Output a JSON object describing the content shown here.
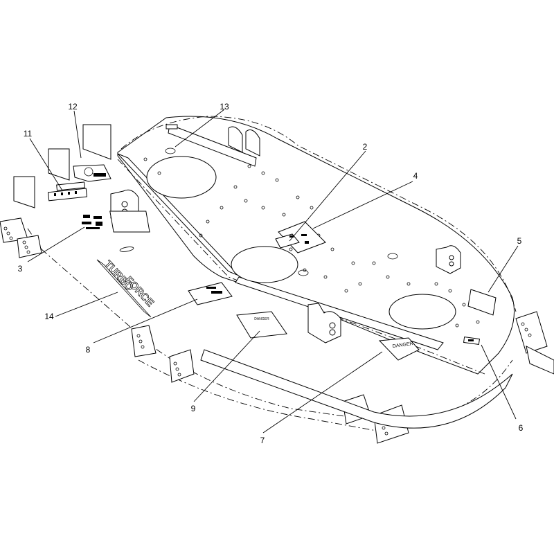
{
  "callouts": [
    {
      "id": "c1",
      "label": "2"
    },
    {
      "id": "c2",
      "label": "4"
    },
    {
      "id": "c3",
      "label": "5"
    },
    {
      "id": "c4",
      "label": "6"
    },
    {
      "id": "c5",
      "label": "7"
    },
    {
      "id": "c6",
      "label": "9"
    },
    {
      "id": "c7",
      "label": "8"
    },
    {
      "id": "c8",
      "label": "14"
    },
    {
      "id": "c9",
      "label": "3"
    },
    {
      "id": "c10",
      "label": "11"
    },
    {
      "id": "c11",
      "label": "12"
    },
    {
      "id": "c12",
      "label": "13"
    }
  ],
  "decals": {
    "danger_large": "DANGER",
    "danger_small": "DANGER",
    "deck_brand_1": "TURBO",
    "deck_brand_2": "FORCE"
  }
}
